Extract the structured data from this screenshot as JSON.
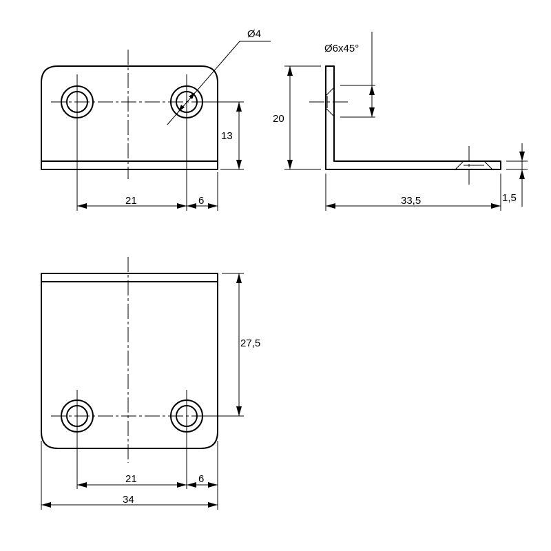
{
  "drawing": {
    "line_color": "#000000",
    "background": "#ffffff"
  },
  "dimensions": {
    "hole_diameter": "Ø4",
    "countersink": "Ø6x45°",
    "front_hole_height": "13",
    "front_hole_spacing": "21",
    "front_edge_offset": "6",
    "side_height": "20",
    "side_length": "33,5",
    "thickness": "1,5",
    "bottom_hole_distance": "27,5",
    "bottom_hole_spacing": "21",
    "bottom_edge_offset": "6",
    "overall_width": "34"
  }
}
